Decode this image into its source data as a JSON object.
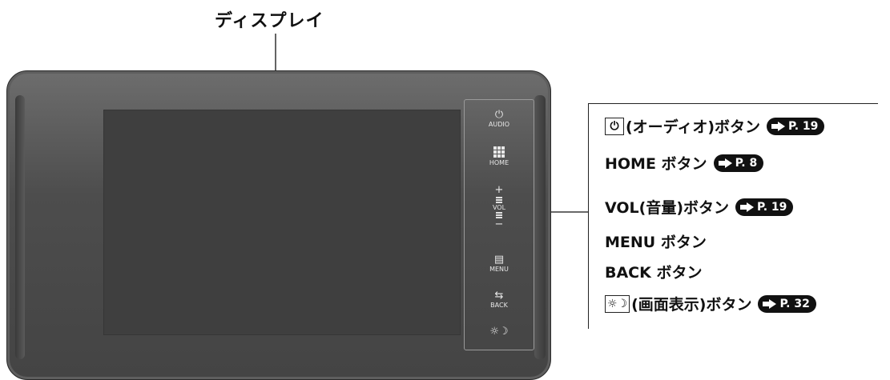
{
  "display_label": "ディスプレイ",
  "panel_buttons": {
    "audio": {
      "icon": "power-icon",
      "label": "AUDIO"
    },
    "home": {
      "icon": "grid-icon",
      "label": "HOME"
    },
    "vol": {
      "plus": "+",
      "label": "VOL",
      "minus": "−"
    },
    "menu": {
      "icon": "menu-icon",
      "label": "MENU"
    },
    "back": {
      "icon": "back-arrow-icon",
      "label": "BACK"
    },
    "screen": {
      "icon": "sun-moon-icon",
      "glyph": "☼☽"
    }
  },
  "legend": {
    "items": [
      {
        "icon": "power-icon",
        "icon_glyph": "⏻",
        "text": "(オーディオ)ボタン",
        "ref": "P. 19"
      },
      {
        "text": "HOME ボタン",
        "ref": "P. 8"
      },
      {
        "text": "VOL(音量)ボタン",
        "ref": "P. 19"
      },
      {
        "text": "MENU ボタン"
      },
      {
        "text": "BACK ボタン"
      },
      {
        "icon": "sun-moon-icon",
        "icon_glyph": "☼☽",
        "text": "(画面表示)ボタン",
        "ref": "P. 32"
      }
    ]
  },
  "colors": {
    "bezel": "#4d4d4d",
    "screen": "#3f3f3f",
    "ref_badge": "#111111"
  }
}
